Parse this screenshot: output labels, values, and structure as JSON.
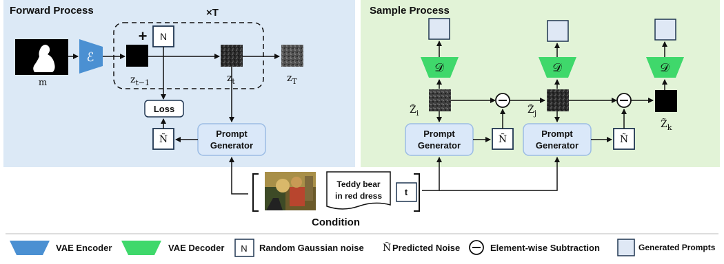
{
  "forward": {
    "title": "Forward Process",
    "repeat_label": "×T",
    "plus_sign": "+",
    "noise_label": "N",
    "mask_label": "m",
    "encoder_symbol": "ℰ",
    "latent_labels": [
      "z",
      "z",
      "z"
    ],
    "latent_subscripts": [
      "t−1",
      "t",
      "T"
    ],
    "loss_label": "Loss",
    "pred_noise_label": "Ñ",
    "prompt_gen_line1": "Prompt",
    "prompt_gen_line2": "Generator"
  },
  "sample": {
    "title": "Sample Process",
    "decoder_symbol": "𝒟",
    "latent_labels": [
      "Z̃",
      "Z̃",
      "Z̃"
    ],
    "latent_subscripts": [
      "i",
      "j",
      "k"
    ],
    "pred_noise_label": "Ñ",
    "prompt_gen_line1": "Prompt",
    "prompt_gen_line2": "Generator"
  },
  "condition": {
    "label": "Condition",
    "text_line1": "Teddy bear",
    "text_line2": "in red dress",
    "t_label": "t"
  },
  "legend": {
    "vae_encoder": "VAE Encoder",
    "vae_decoder": "VAE Decoder",
    "noise_symbol": "N",
    "random_noise": "Random Gaussian noise",
    "pred_symbol": "Ñ",
    "predicted_noise": "Predicted Noise",
    "subtraction": "Element-wise Subtraction",
    "generated_prompts": "Generated Prompts"
  },
  "colors": {
    "forward_bg": "#dce9f6",
    "sample_bg": "#e2f3d7",
    "encoder": "#4b90d2",
    "decoder": "#3fd86b",
    "prompt_box": "#dae8f9",
    "generated_box": "#dfe8f5"
  }
}
